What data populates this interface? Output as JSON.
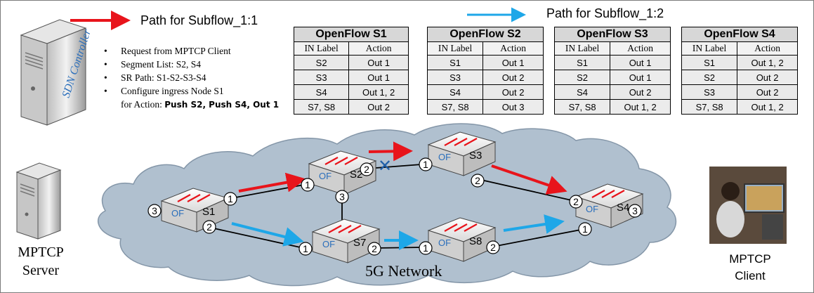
{
  "legend": {
    "subflow1": {
      "label": "Path for Subflow_1:1",
      "color": "#e8141b"
    },
    "subflow2": {
      "label": "Path for Subflow_1:2",
      "color": "#1ea7e8"
    }
  },
  "controller": {
    "label": "SDN Controller"
  },
  "bullets": {
    "b1": "Request from MPTCP Client",
    "b2": "Segment List: S2, S4",
    "b3": "SR Path: S1-S2-S3-S4",
    "b4": "Configure ingress Node S1",
    "b5_prefix": "for  Action: ",
    "b5_bold": "Push S2, Push S4, Out 1"
  },
  "tables": [
    {
      "title": "OpenFlow S1",
      "headers": [
        "IN Label",
        "Action"
      ],
      "rows": [
        [
          "S2",
          "Out 1"
        ],
        [
          "S3",
          "Out 1"
        ],
        [
          "S4",
          "Out 1, 2"
        ],
        [
          "S7, S8",
          "Out 2"
        ]
      ]
    },
    {
      "title": "OpenFlow S2",
      "headers": [
        "IN Label",
        "Action"
      ],
      "rows": [
        [
          "S1",
          "Out 1"
        ],
        [
          "S3",
          "Out 2"
        ],
        [
          "S4",
          "Out 2"
        ],
        [
          "S7, S8",
          "Out 3"
        ]
      ]
    },
    {
      "title": "OpenFlow S3",
      "headers": [
        "IN Label",
        "Action"
      ],
      "rows": [
        [
          "S1",
          "Out 1"
        ],
        [
          "S2",
          "Out 1"
        ],
        [
          "S4",
          "Out 2"
        ],
        [
          "S7, S8",
          "Out 1, 2"
        ]
      ]
    },
    {
      "title": "OpenFlow S4",
      "headers": [
        "IN Label",
        "Action"
      ],
      "rows": [
        [
          "S1",
          "Out 1, 2"
        ],
        [
          "S2",
          "Out 2"
        ],
        [
          "S3",
          "Out 2"
        ],
        [
          "S7, S8",
          "Out 1, 2"
        ]
      ]
    }
  ],
  "server": {
    "line1": "MPTCP",
    "line2": "Server"
  },
  "client": {
    "line1": "MPTCP",
    "line2": "Client"
  },
  "network": {
    "label": "5G Network"
  },
  "switches": [
    {
      "id": "S1",
      "of": "OF"
    },
    {
      "id": "S2",
      "of": "OF"
    },
    {
      "id": "S3",
      "of": "OF"
    },
    {
      "id": "S4",
      "of": "OF"
    },
    {
      "id": "S7",
      "of": "OF"
    },
    {
      "id": "S8",
      "of": "OF"
    }
  ],
  "ports": {
    "s1_p1": "1",
    "s1_p2": "2",
    "s1_p3": "3",
    "s2_p1": "1",
    "s2_p2": "2",
    "s2_p3": "3",
    "s3_p1": "1",
    "s3_p2": "2",
    "s4_p1": "1",
    "s4_p2": "2",
    "s4_p3": "3",
    "s7_p1": "1",
    "s7_p2": "2",
    "s8_p1": "1",
    "s8_p2": "2"
  },
  "link_failure": {
    "symbol": "✕",
    "color": "#1f5fa8"
  }
}
